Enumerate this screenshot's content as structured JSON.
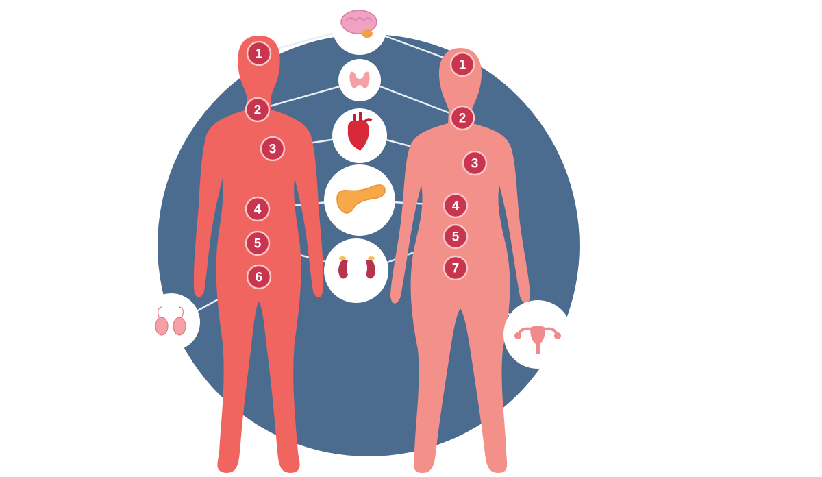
{
  "colors": {
    "background_circle": "#4b6b8f",
    "male_body": "#f0655f",
    "female_body": "#f4908a",
    "badge": "#c9344f",
    "connector": "#e8eef4"
  },
  "organs": [
    {
      "key": "brain",
      "icon": "brain-icon"
    },
    {
      "key": "thyroid",
      "icon": "thyroid-icon"
    },
    {
      "key": "heart",
      "icon": "heart-icon"
    },
    {
      "key": "pancreas",
      "icon": "pancreas-icon"
    },
    {
      "key": "kidneys",
      "icon": "kidneys-icon"
    },
    {
      "key": "testes",
      "icon": "testes-icon"
    },
    {
      "key": "uterus",
      "icon": "uterus-icon"
    }
  ],
  "male_badges": [
    "1",
    "2",
    "3",
    "4",
    "5",
    "6"
  ],
  "female_badges": [
    "1",
    "2",
    "3",
    "4",
    "5",
    "7"
  ]
}
